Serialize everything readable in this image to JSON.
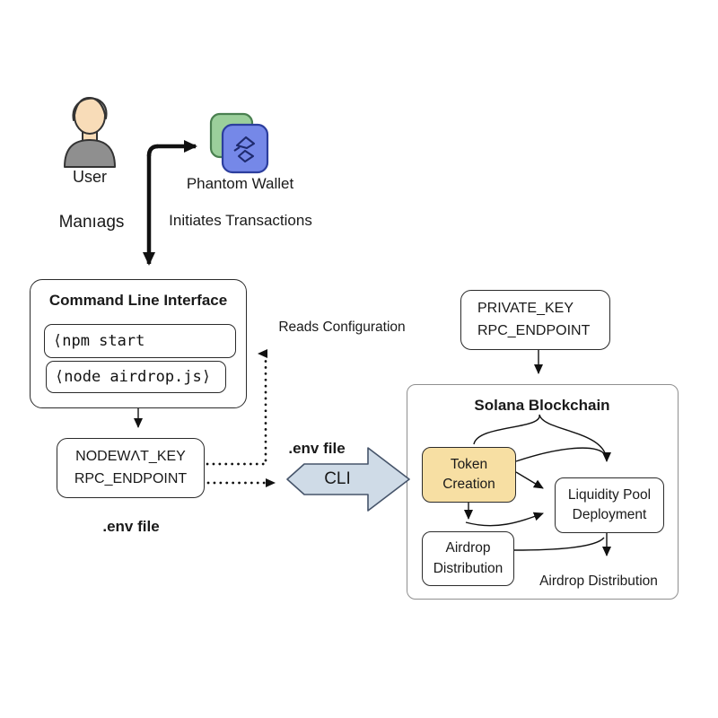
{
  "nodes": {
    "user": {
      "label": "User",
      "sublabel": "Manıags"
    },
    "wallet": {
      "label": "Phantom Wallet",
      "sublabel": "Initiates Transactions"
    },
    "cli": {
      "title": "Command Line Interface",
      "commands": [
        "⟨npm start",
        "⟨node airdrop.js⟩"
      ]
    },
    "env": {
      "line1": "NODEWΛT_KEY",
      "line2": "RPC_ENDPOINT",
      "caption": ".env file"
    },
    "config": {
      "line1": "PRIVATE_KEY",
      "line2": "RPC_ENDPOINT"
    },
    "solana": {
      "title": "Solana Blockchain",
      "token": {
        "line1": "Token",
        "line2": "Creation"
      },
      "liquidity": {
        "line1": "Liquidity Pool",
        "line2": "Deployment"
      },
      "airdrop": {
        "line1": "Airdrop",
        "line2": "Distribution"
      },
      "airdrop_out": "Airdrop Distribution"
    }
  },
  "edges": {
    "reads_config": "Reads Configuration",
    "env_file": ".env file",
    "cli_arrow": "CLI"
  },
  "colors": {
    "token_fill": "#f7dfa3",
    "block_arrow_fill": "#cfdbe7",
    "block_arrow_stroke": "#46546a",
    "wallet_green": "#9bcf9b",
    "wallet_green_stroke": "#4a8050",
    "wallet_blue": "#7588e8",
    "wallet_blue_stroke": "#2c3e9e",
    "line": "#111111",
    "container_border": "#8f8f8f"
  }
}
